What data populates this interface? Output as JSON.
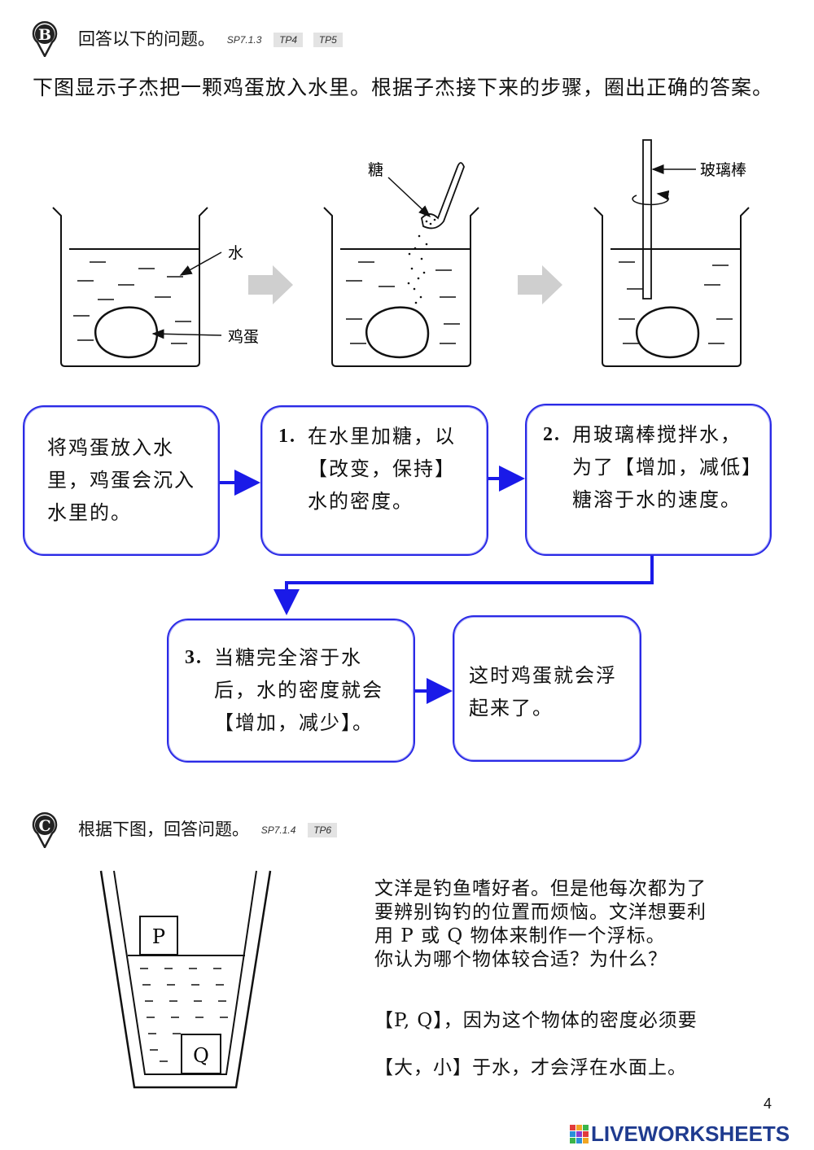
{
  "section_b": {
    "letter": "B",
    "title": "回答以下的问题。",
    "tags": [
      "SP7.1.3",
      "TP4",
      "TP5"
    ],
    "intro": "下图显示子杰把一颗鸡蛋放入水里。根据子杰接下来的步骤，圈出正确的答案。",
    "figure_labels": {
      "water": "水",
      "egg": "鸡蛋",
      "sugar": "糖",
      "glass_rod": "玻璃棒"
    },
    "flow": {
      "start": "将鸡蛋放入水里，鸡蛋会沉入水里的。",
      "step1_num": "1.",
      "step1": "在水里加糖，以【改变，保持】水的密度。",
      "step2_num": "2.",
      "step2": "用玻璃棒搅拌水，为了【增加，减低】糖溶于水的速度。",
      "step3_num": "3.",
      "step3": "当糖完全溶于水后，水的密度就会【增加，减少】。",
      "end": "这时鸡蛋就会浮起来了。"
    }
  },
  "section_c": {
    "letter": "C",
    "title": "根据下图，回答问题。",
    "tags": [
      "SP7.1.4",
      "TP6"
    ],
    "figure_labels": {
      "p": "P",
      "q": "Q"
    },
    "question_line1": "文洋是钓鱼嗜好者。但是他每次都为了",
    "question_line2": "要辨别钩钓的位置而烦恼。文洋想要利",
    "question_line3": "用 P 或 Q 物体来制作一个浮标。",
    "question_line4": "你认为哪个物体较合适？为什么？",
    "answer_line1": "【P, Q】，因为这个物体的密度必须要",
    "answer_line2": "【大，小】于水，才会浮在水面上。"
  },
  "page_number": "4",
  "watermark": "LIVEWORKSHEETS",
  "colors": {
    "box_border": "#2a2ae6",
    "arrow": "#1a1ae8",
    "tag_bg": "#e3e3e3",
    "gray_arrow": "#cfcfcf"
  }
}
